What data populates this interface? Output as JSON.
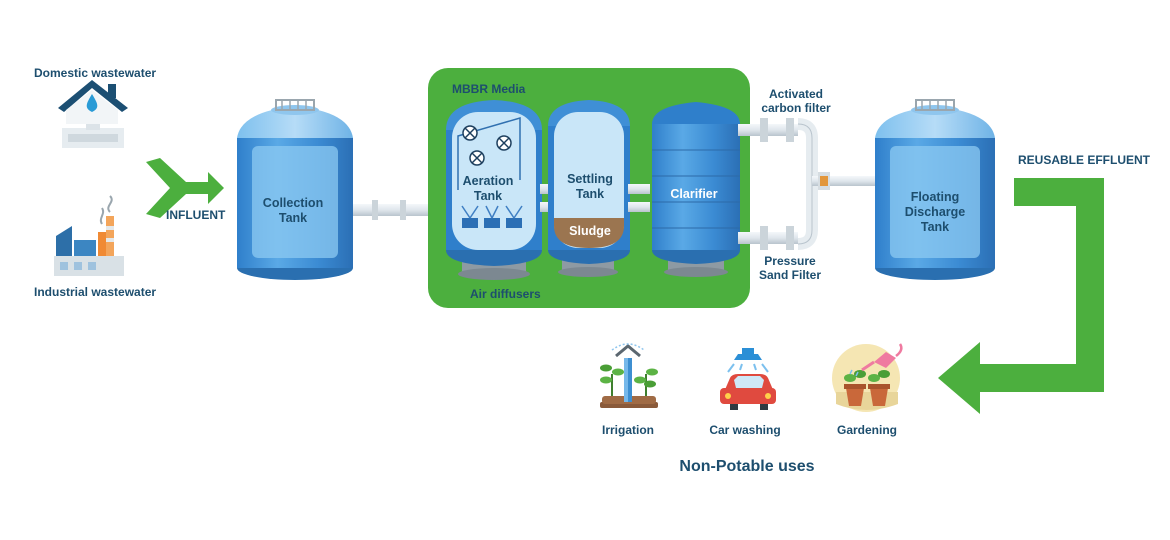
{
  "colors": {
    "green": "#4caf3e",
    "tank_blue": "#3f8fd6",
    "tank_light": "#9fd2f4",
    "label_navy": "#1d4e6e",
    "sludge": "#9b7550"
  },
  "sources": {
    "domestic": "Domestic wastewater",
    "industrial": "Industrial wastewater",
    "influent": "INFLUENT"
  },
  "tanks": {
    "collection": "Collection\nTank",
    "aeration": "Aeration\nTank",
    "settling": "Settling\nTank",
    "sludge": "Sludge",
    "clarifier": "Clarifier",
    "floating": "Floating\nDischarge\nTank"
  },
  "treatment": {
    "mbbr_media": "MBBR Media",
    "air_diffusers": "Air diffusers"
  },
  "filters": {
    "activated_carbon": "Activated\ncarbon filter",
    "pressure_sand": "Pressure\nSand Filter"
  },
  "outflow": {
    "reusable_effluent": "REUSABLE EFFLUENT"
  },
  "uses": {
    "title": "Non-Potable uses",
    "items": [
      {
        "label": "Irrigation",
        "icon": "irrigation-icon"
      },
      {
        "label": "Car washing",
        "icon": "car-wash-icon"
      },
      {
        "label": "Gardening",
        "icon": "gardening-icon"
      }
    ]
  }
}
